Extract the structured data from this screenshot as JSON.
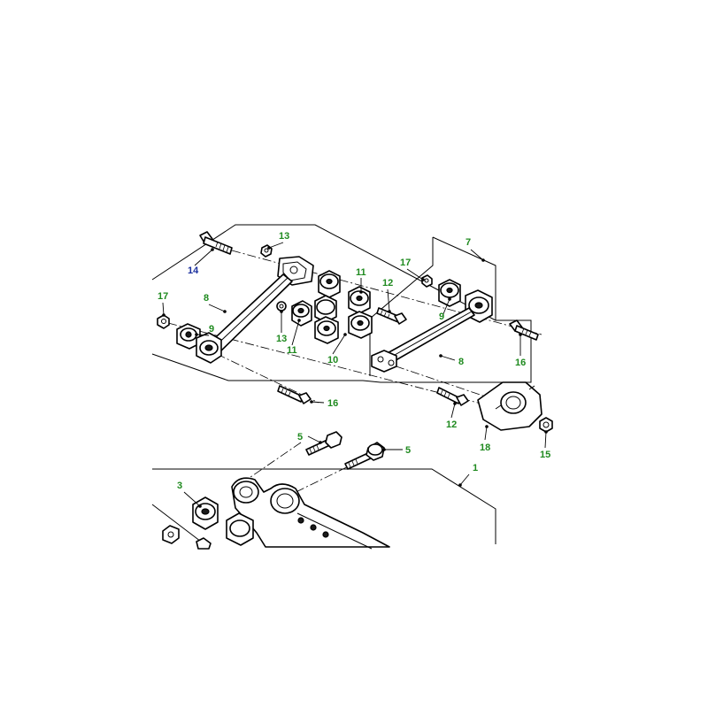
{
  "diagram": {
    "colors": {
      "callout_green": "#1f8a1f",
      "callout_blue": "#1a2f9e",
      "line": "#000000",
      "background": "#ffffff"
    },
    "callouts": [
      {
        "id": "c1",
        "text": "1",
        "color": "green"
      },
      {
        "id": "c3",
        "text": "3",
        "color": "green"
      },
      {
        "id": "c5a",
        "text": "5",
        "color": "green"
      },
      {
        "id": "c5b",
        "text": "5",
        "color": "green"
      },
      {
        "id": "c7",
        "text": "7",
        "color": "green"
      },
      {
        "id": "c8a",
        "text": "8",
        "color": "green"
      },
      {
        "id": "c8b",
        "text": "8",
        "color": "green"
      },
      {
        "id": "c9a",
        "text": "9",
        "color": "green"
      },
      {
        "id": "c9b",
        "text": "9",
        "color": "green"
      },
      {
        "id": "c10",
        "text": "10",
        "color": "green"
      },
      {
        "id": "c11a",
        "text": "11",
        "color": "green"
      },
      {
        "id": "c11b",
        "text": "11",
        "color": "green"
      },
      {
        "id": "c12a",
        "text": "12",
        "color": "green"
      },
      {
        "id": "c12b",
        "text": "12",
        "color": "green"
      },
      {
        "id": "c13a",
        "text": "13",
        "color": "green"
      },
      {
        "id": "c13b",
        "text": "13",
        "color": "green"
      },
      {
        "id": "c14",
        "text": "14",
        "color": "blue"
      },
      {
        "id": "c15",
        "text": "15",
        "color": "green"
      },
      {
        "id": "c16a",
        "text": "16",
        "color": "green"
      },
      {
        "id": "c16b",
        "text": "16",
        "color": "green"
      },
      {
        "id": "c17a",
        "text": "17",
        "color": "green"
      },
      {
        "id": "c17b",
        "text": "17",
        "color": "green"
      },
      {
        "id": "c18",
        "text": "18",
        "color": "green"
      }
    ]
  }
}
